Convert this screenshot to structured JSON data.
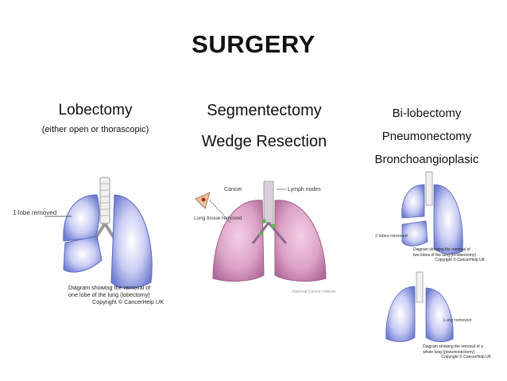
{
  "slide": {
    "title": "SURGERY"
  },
  "columns": {
    "lobectomy": {
      "title": "Lobectomy",
      "subtitle": "(either open or thorascopic)",
      "label": "1 lobe removed",
      "caption": [
        "Diagram showing the removal of",
        "one lobe of the lung (lobectomy)",
        "Copyright © CancerHelp UK"
      ]
    },
    "segmentectomy": {
      "title": "Segmentectomy",
      "subtitle": "Wedge Resection",
      "labels": {
        "cancer": "Cancer",
        "lymph": "Lymph nodes",
        "tissue": "Lung tissue removed"
      },
      "credit": "National Cancer Institute"
    },
    "other": {
      "items": [
        "Bi-lobectomy",
        "Pneumonectomy",
        "Bronchoangioplasic"
      ],
      "bilob_label": "2 lobes removed",
      "bilob_caption": [
        "Diagram showing the removal of",
        "two lobes of the lung (bi-lobectomy)",
        "Copyright © CancerHelp UK"
      ],
      "pneum_label": "Lung removed",
      "pneum_caption": [
        "Diagram showing the removal of a",
        "whole lung (pneumonectomy)",
        "Copyright © CancerHelp UK"
      ]
    }
  },
  "colors": {
    "lung_blue": "#7b88d8",
    "lung_pink": "#d48ab8",
    "label_gray": "#333333"
  }
}
